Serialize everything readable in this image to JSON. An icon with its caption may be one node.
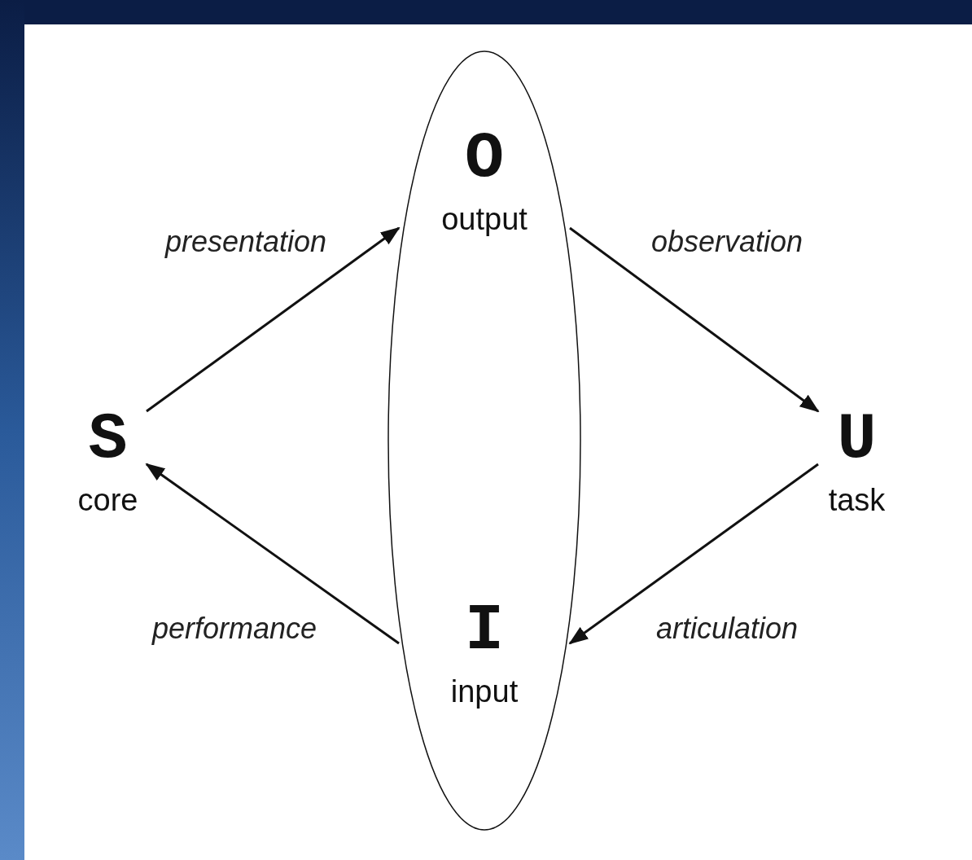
{
  "diagram": {
    "nodes": [
      {
        "text": [],
        "shape": "ellipse"
      },
      {
        "text": [
          "O",
          "output"
        ],
        "in": 0
      },
      {
        "text": [
          "I",
          "input"
        ],
        "in": 0
      },
      {
        "text": [
          "S",
          "core"
        ]
      },
      {
        "text": [
          "U",
          "task"
        ]
      }
    ],
    "edges": [
      {
        "from": 3,
        "to": 1,
        "arrow": "to",
        "label": "presentation"
      },
      {
        "from": 1,
        "to": 4,
        "arrow": "to",
        "label": "observation"
      },
      {
        "from": 4,
        "to": 2,
        "arrow": "to",
        "label": "articulation"
      },
      {
        "from": 2,
        "to": 3,
        "arrow": "to",
        "label": "performance"
      }
    ]
  }
}
